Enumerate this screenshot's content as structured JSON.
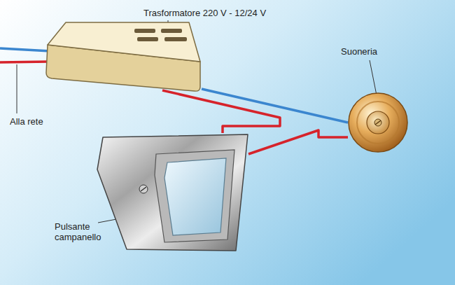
{
  "diagram": {
    "nodes": [
      {
        "text": [
          "Trasformatore 220 V - 12/24 V"
        ]
      },
      {
        "text": [
          "Suoneria"
        ]
      },
      {
        "text": [
          "Pulsante campanello"
        ]
      }
    ],
    "edges": [
      {
        "from": 0,
        "to": 1,
        "arrow": "none"
      },
      {
        "from": 0,
        "to": 2,
        "arrow": "none"
      },
      {
        "from": 2,
        "to": 1,
        "arrow": "none"
      }
    ],
    "labels": [
      "Alla rete"
    ]
  }
}
